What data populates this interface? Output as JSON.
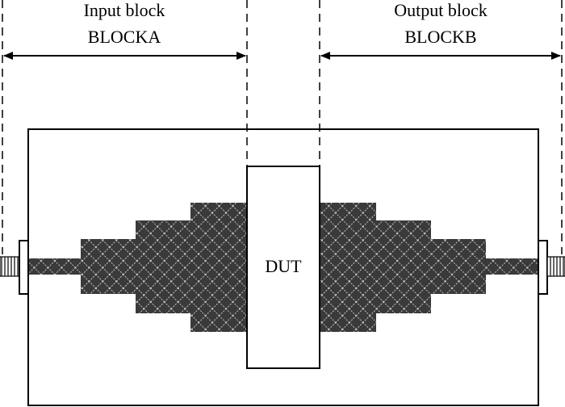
{
  "labels": {
    "input_block": "Input block",
    "input_name": "BLOCKA",
    "output_block": "Output block",
    "output_name": "BLOCKB",
    "dut": "DUT"
  },
  "colors": {
    "line": "#000000",
    "hatch_bg": "#3a3a3a",
    "hatch_line": "#e6e6e6",
    "background": "#ffffff"
  }
}
